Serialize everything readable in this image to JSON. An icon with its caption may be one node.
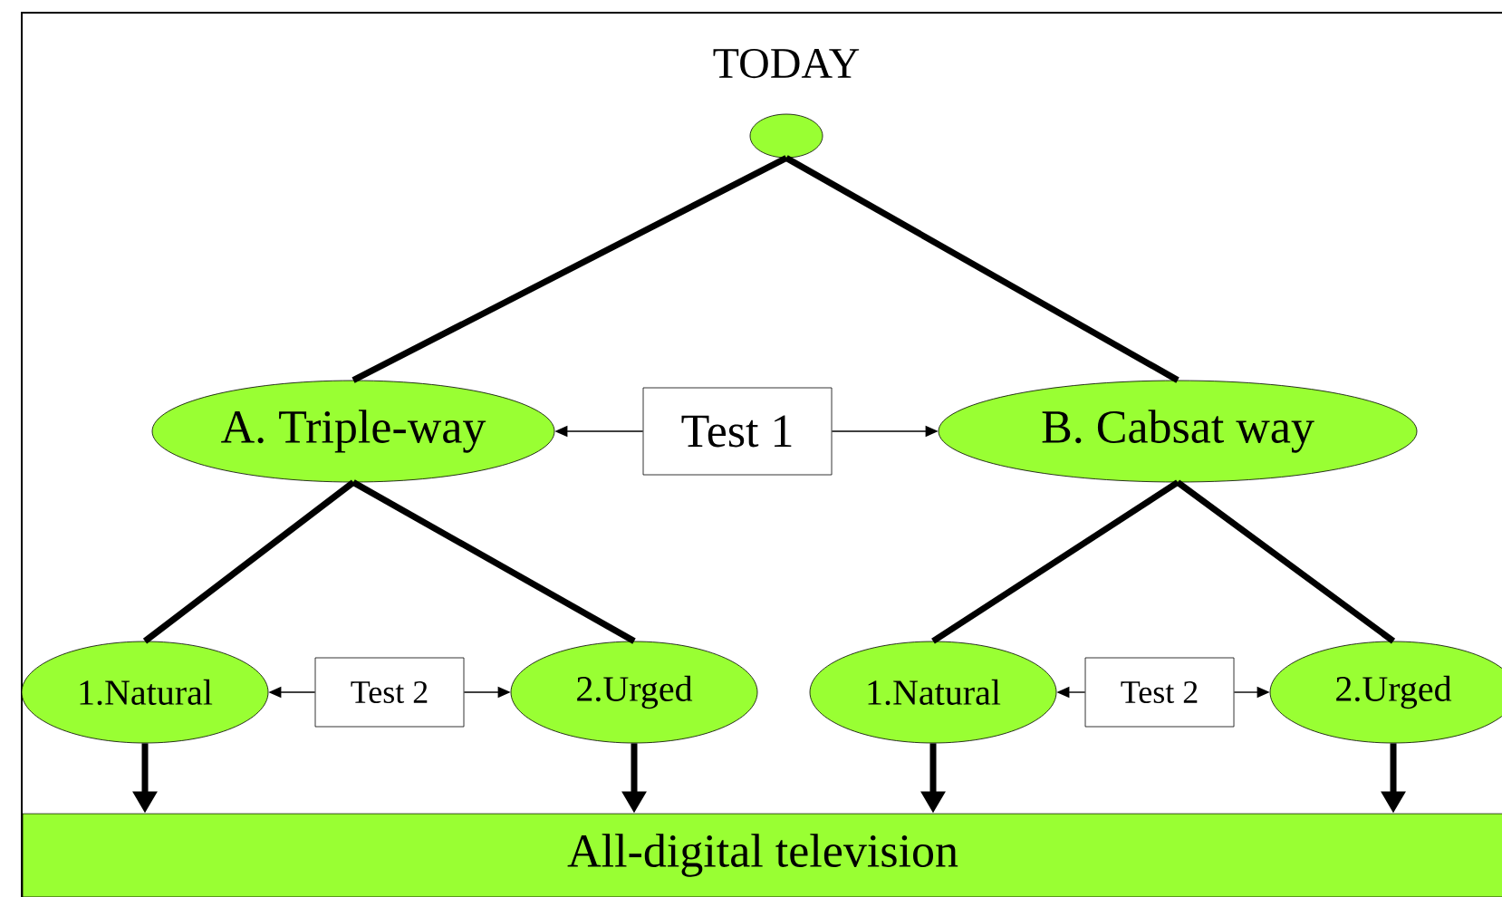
{
  "diagram": {
    "title": "TODAY",
    "nodes": [
      {
        "text": [],
        "shape": "circle"
      },
      {
        "text": [
          "A. Triple-way"
        ]
      },
      {
        "text": [
          "Test 1"
        ]
      },
      {
        "text": [
          "B. Cabsat way"
        ]
      },
      {
        "text": [
          "1.Natural"
        ]
      },
      {
        "text": [
          "Test 2"
        ]
      },
      {
        "text": [
          "2.Urged"
        ]
      },
      {
        "text": [
          "1.Natural"
        ]
      },
      {
        "text": [
          "Test 2"
        ]
      },
      {
        "text": [
          "2.Urged"
        ]
      },
      {
        "text": [
          "All-digital television"
        ]
      }
    ],
    "edges": [
      {
        "from": 0,
        "to": 1,
        "arrow": "none"
      },
      {
        "from": 0,
        "to": 3,
        "arrow": "none"
      },
      {
        "from": 2,
        "to": 1,
        "arrow": "to"
      },
      {
        "from": 2,
        "to": 3,
        "arrow": "to"
      },
      {
        "from": 1,
        "to": 4,
        "arrow": "none"
      },
      {
        "from": 1,
        "to": 6,
        "arrow": "none"
      },
      {
        "from": 3,
        "to": 7,
        "arrow": "none"
      },
      {
        "from": 3,
        "to": 9,
        "arrow": "none"
      },
      {
        "from": 5,
        "to": 4,
        "arrow": "to"
      },
      {
        "from": 5,
        "to": 6,
        "arrow": "to"
      },
      {
        "from": 8,
        "to": 7,
        "arrow": "to"
      },
      {
        "from": 8,
        "to": 9,
        "arrow": "to"
      },
      {
        "from": 4,
        "to": 10,
        "arrow": "to"
      },
      {
        "from": 6,
        "to": 10,
        "arrow": "to"
      },
      {
        "from": 7,
        "to": 10,
        "arrow": "to"
      },
      {
        "from": 9,
        "to": 10,
        "arrow": "to"
      }
    ]
  }
}
